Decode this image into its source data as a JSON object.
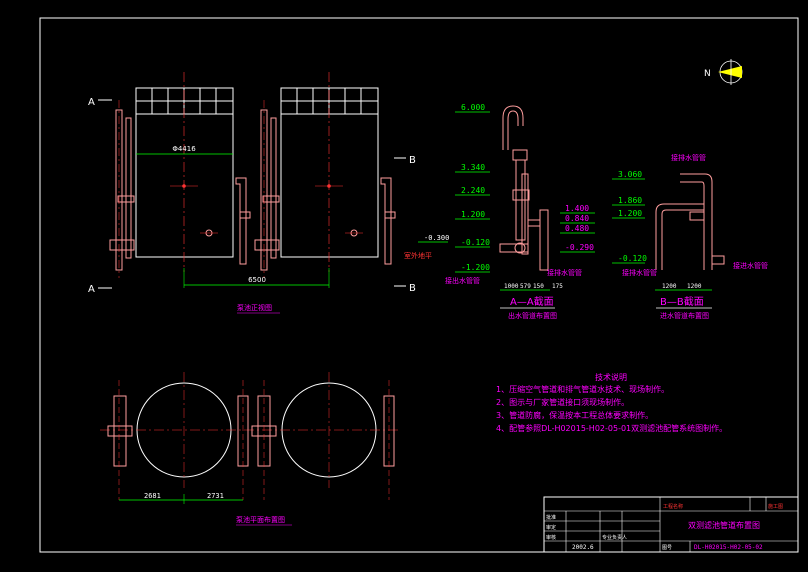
{
  "elevations_left": [
    "6.000",
    "3.340",
    "2.240",
    "1.200",
    "-0.120",
    "-1.200"
  ],
  "elevations_mid": [
    "1.400",
    "0.840",
    "0.480",
    "-0.290"
  ],
  "elevations_right": [
    "3.060",
    "1.860",
    "1.200",
    "-0.120"
  ],
  "front_view": {
    "dimension_top": "Φ4416",
    "dimension_bottom": "6500",
    "ground_elev": "-0.300",
    "ground_label": "室外地平",
    "section_a": "A",
    "section_b": "B",
    "caption": "泵池正视图"
  },
  "plan_view": {
    "dim_left": "2681",
    "dim_right": "2731",
    "caption": "泵池平面布置图"
  },
  "section_aa": {
    "title": "A—A截面",
    "subtitle": "出水管道布置图",
    "dims": [
      "1000",
      "579",
      "150",
      "175"
    ],
    "label_left": "接出水管管",
    "label_right": "接排水管管"
  },
  "section_bb": {
    "title": "B—B截面",
    "subtitle": "进水管道布置图",
    "dims": [
      "1200",
      "1200"
    ],
    "label_left": "接排水管管",
    "label_right": "接进水管管",
    "label_top": "接排水管管"
  },
  "notes": {
    "title": "技术说明",
    "items": [
      "1、压缩空气管道和排气管道水技术、现场制作。",
      "2、图示与厂家管道接口须现场制作。",
      "3、管道防腐，保温按本工程总体要求制作。",
      "4、配管参照DL-H02015-H02-05-01双测滤池配管系统图制作。"
    ]
  },
  "north_label": "N",
  "title_block": {
    "drawing_name": "双测滤池管道布置图",
    "drawing_no": "DL-H02015-H02-05-02",
    "date": "2002.6",
    "project_cell": "工程名称",
    "stage_cell": "施工图",
    "rows": [
      "批准",
      "审定",
      "审核",
      "专业负责人",
      "图号"
    ]
  },
  "colors": {
    "frame": "#ffffff",
    "pipe": "#ff9e9e",
    "dimension": "#00ff00",
    "centerline": "#ff3333",
    "text_red": "#ff3333",
    "text_magenta": "#ff00ff",
    "north": "#ffff00"
  }
}
